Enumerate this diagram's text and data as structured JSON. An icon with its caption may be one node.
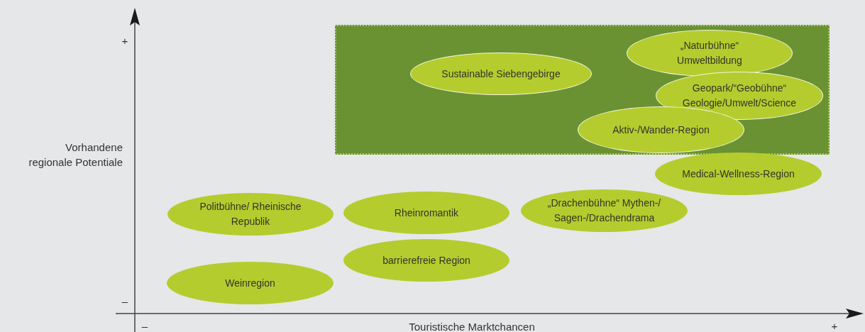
{
  "diagram": {
    "nodes": [
      {
        "text": [],
        "shape": "box"
      },
      {
        "text": [
          "Sustainable Siebengebirge"
        ],
        "in": 0
      },
      {
        "text": [
          "„Naturbühne“ Umweltbildung"
        ],
        "in": 0
      },
      {
        "text": [
          "Geopark/“Geobühne“ Geologie/Umwelt/Science"
        ],
        "in": 0
      },
      {
        "text": [
          "Aktiv-/Wander-Region"
        ],
        "in": 0
      },
      {
        "text": [
          "Medical-Wellness-Region"
        ]
      },
      {
        "text": [
          "Politbühne/ Rheinische Republik"
        ]
      },
      {
        "text": [
          "Rheinromantik"
        ]
      },
      {
        "text": [
          "„Drachenbühne“ Mythen-/ Sagen-/Drachendrama"
        ]
      },
      {
        "text": [
          "barrierefreie Region"
        ]
      },
      {
        "text": [
          "Weinregion"
        ]
      }
    ],
    "labels": [
      "+",
      "Vorhandene regionale Potentiale",
      "–",
      "–",
      "Touristische Marktchancen",
      "+"
    ]
  }
}
